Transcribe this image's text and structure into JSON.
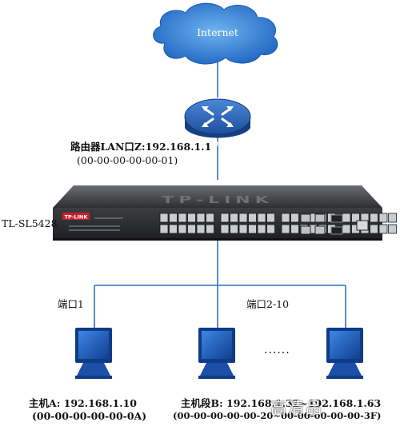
{
  "internet": {
    "label": "Internet"
  },
  "router": {
    "label": "ROUTER",
    "lan_label": "路由器LAN口Z:192.168.1.1",
    "lan_mac": "(00-00-00-00-00-01)"
  },
  "switch": {
    "brand_logo": "TP-LINK",
    "front_logo": "TP-LINK",
    "model_label": "TL-SL5428"
  },
  "ports": {
    "port1_label": "端口1",
    "port_range_label": "端口2-10"
  },
  "hosts": {
    "host_a_label": "主机A: 192.168.1.10",
    "host_a_mac": "(00-00-00-00-00-0A)",
    "host_b_label": "主机段B: 192.168.1.32~192.168.1.63",
    "host_b_mac": "(00-00-00-00-00-20~00-00-00-00-00-3F)",
    "ellipsis": "......"
  },
  "watermark": {
    "text": "高清品"
  },
  "colors": {
    "cloud": "#2b7fd6",
    "router": "#1f56a6",
    "switch": "#3a3b3f",
    "line": "#2f6fbf",
    "computer": "#1c5fc8"
  }
}
